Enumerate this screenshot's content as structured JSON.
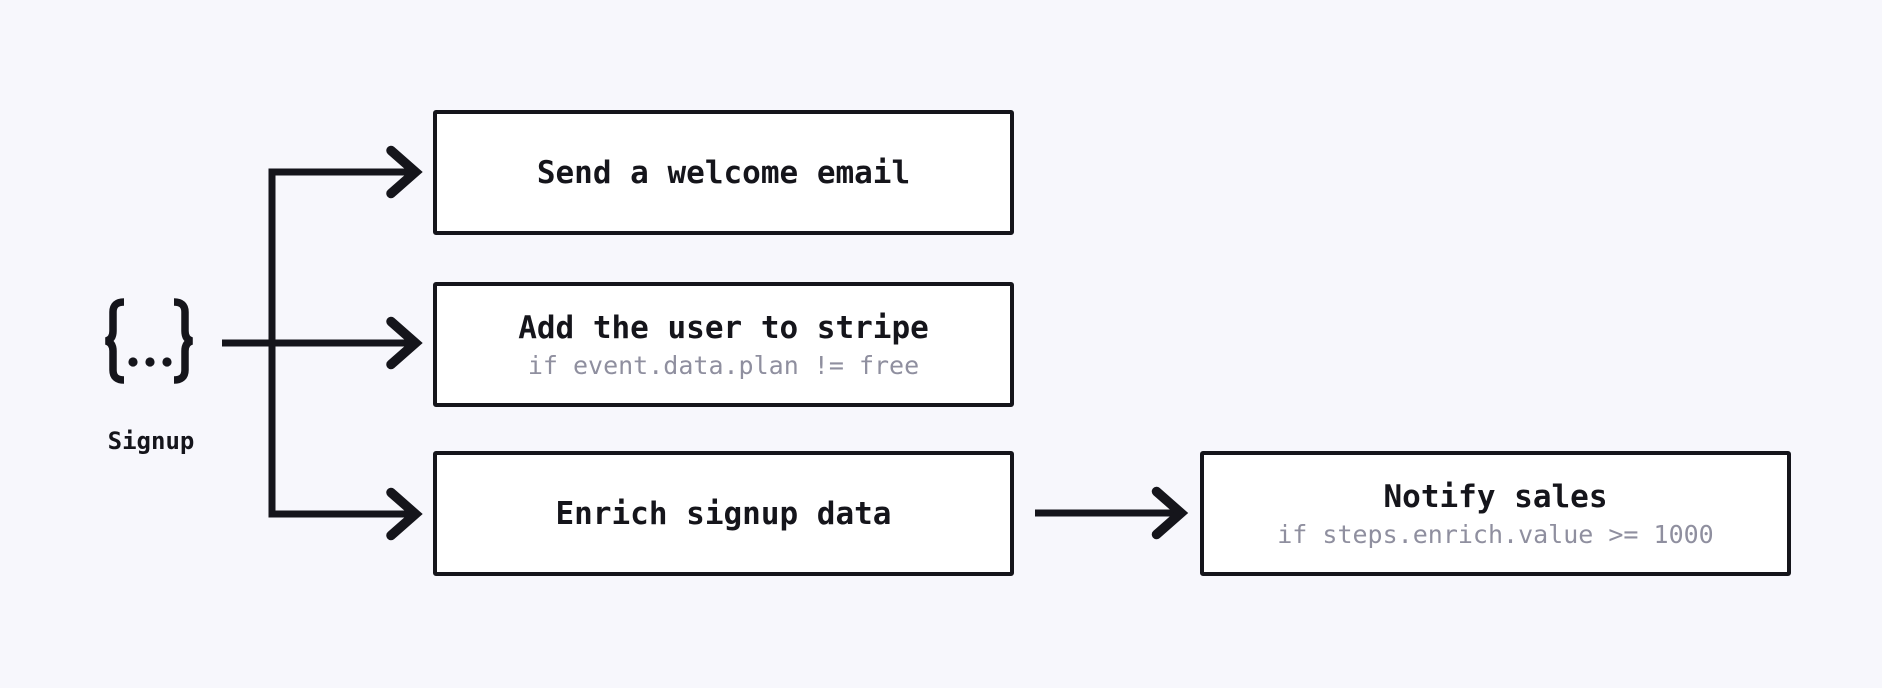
{
  "colors": {
    "background": "#f7f7fc",
    "ink": "#15151b",
    "muted_text": "#8f8f9f",
    "node_fill": "#ffffff"
  },
  "trigger": {
    "icon": "curly-braces-event-icon",
    "label": "Signup"
  },
  "nodes": [
    {
      "title": "Send a welcome email"
    },
    {
      "title": "Add the user to stripe",
      "condition": "if event.data.plan != free"
    },
    {
      "title": "Enrich signup data"
    },
    {
      "title": "Notify sales",
      "condition": "if steps.enrich.value >= 1000"
    }
  ]
}
